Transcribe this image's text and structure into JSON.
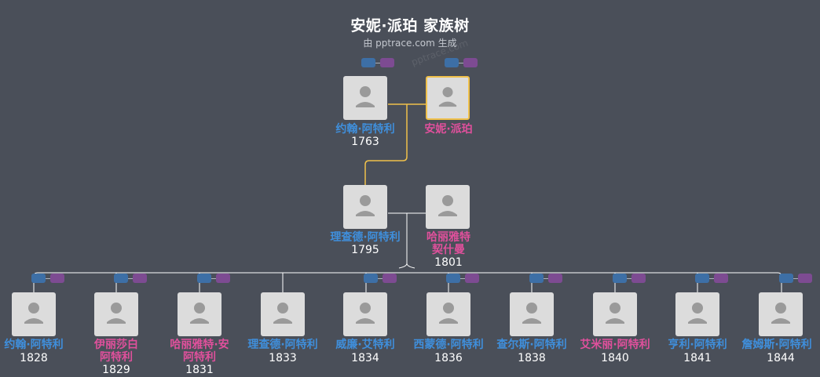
{
  "header": {
    "title": "安妮·派珀 家族树",
    "subtitle": "由 pptrace.com 生成",
    "watermark": "pptrace.com"
  },
  "colors": {
    "background": "#4a4f59",
    "male": "#3f8fdc",
    "female": "#e0509c",
    "highlight": "#f0c14b",
    "line": "#ffffff",
    "ancestor_line": "#f0c14b"
  },
  "people": {
    "g1_father": {
      "name": "约翰·阿特利",
      "year": "1763"
    },
    "g1_mother": {
      "name": "安妮·派珀",
      "year": ""
    },
    "g2_father": {
      "name": "理查德·阿特利",
      "year": "1795"
    },
    "g2_mother": {
      "name_line1": "哈丽雅特",
      "name_line2": "契什曼",
      "year": "1801"
    },
    "children": [
      {
        "name": "约翰·阿特利",
        "year": "1828"
      },
      {
        "name_line1": "伊丽莎白",
        "name_line2": "阿特利",
        "year": "1829"
      },
      {
        "name_line1": "哈丽雅特·安",
        "name_line2": "阿特利",
        "year": "1831"
      },
      {
        "name": "理查德·阿特利",
        "year": "1833"
      },
      {
        "name": "威廉·艾特利",
        "year": "1834"
      },
      {
        "name": "西蒙德·阿特利",
        "year": "1836"
      },
      {
        "name": "查尔斯·阿特利",
        "year": "1838"
      },
      {
        "name": "艾米丽·阿特利",
        "year": "1840"
      },
      {
        "name": "亨利·阿特利",
        "year": "1841"
      },
      {
        "name": "詹姆斯·阿特利",
        "year": "1844"
      }
    ]
  }
}
